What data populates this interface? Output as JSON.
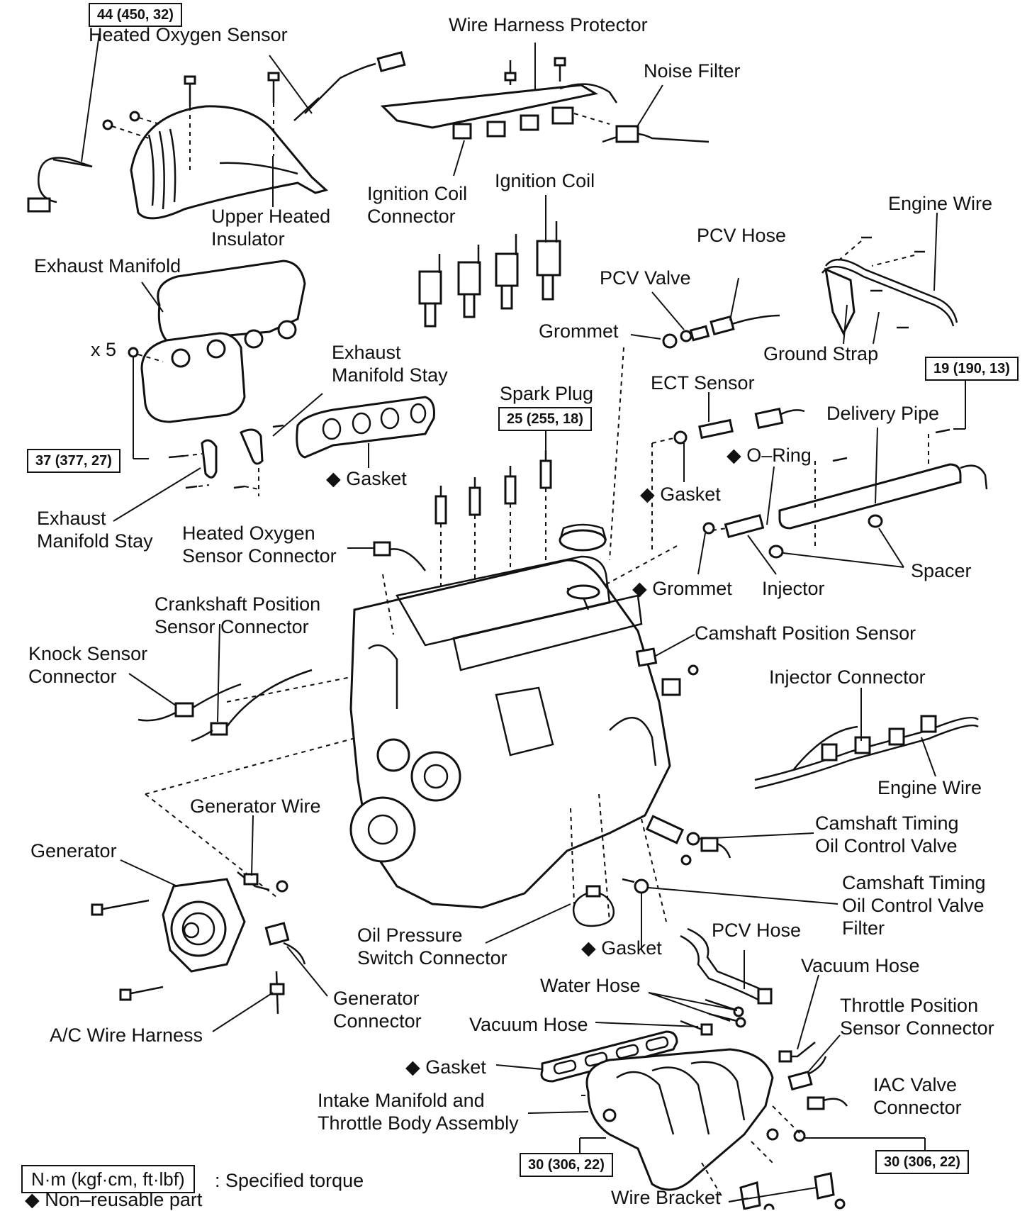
{
  "labels": {
    "heated_oxygen_sensor": "Heated Oxygen Sensor",
    "wire_harness_protector": "Wire Harness Protector",
    "noise_filter": "Noise Filter",
    "ignition_coil_connector_1": "Ignition Coil",
    "ignition_coil_connector_2": "Connector",
    "ignition_coil": "Ignition Coil",
    "upper_heated_insulator_1": "Upper Heated",
    "upper_heated_insulator_2": "Insulator",
    "engine_wire_top": "Engine Wire",
    "pcv_hose_top": "PCV Hose",
    "exhaust_manifold": "Exhaust Manifold",
    "pcv_valve": "PCV Valve",
    "grommet": "Grommet",
    "ground_strap": "Ground Strap",
    "x5": "x 5",
    "exhaust_manifold_stay_top_1": "Exhaust",
    "exhaust_manifold_stay_top_2": "Manifold Stay",
    "spark_plug": "Spark Plug",
    "ect_sensor": "ECT Sensor",
    "delivery_pipe": "Delivery Pipe",
    "o_ring": "◆ O–Ring",
    "gasket_exhaust": "◆ Gasket",
    "gasket_ect": "◆ Gasket",
    "exhaust_manifold_stay_bottom_1": "Exhaust",
    "exhaust_manifold_stay_bottom_2": "Manifold Stay",
    "heated_oxygen_sensor_connector_1": "Heated Oxygen",
    "heated_oxygen_sensor_connector_2": "Sensor Connector",
    "spacer": "Spacer",
    "grommet_injector": "◆ Grommet",
    "injector": "Injector",
    "crankshaft_position_sensor_connector_1": "Crankshaft Position",
    "crankshaft_position_sensor_connector_2": "Sensor Connector",
    "camshaft_position_sensor": "Camshaft Position Sensor",
    "knock_sensor_connector_1": "Knock Sensor",
    "knock_sensor_connector_2": "Connector",
    "injector_connector": "Injector Connector",
    "engine_wire_mid": "Engine Wire",
    "generator_wire": "Generator Wire",
    "camshaft_timing_ocv_1": "Camshaft Timing",
    "camshaft_timing_ocv_2": "Oil Control Valve",
    "generator": "Generator",
    "camshaft_timing_ocv_filter_1": "Camshaft Timing",
    "camshaft_timing_ocv_filter_2": "Oil Control  Valve",
    "camshaft_timing_ocv_filter_3": "Filter",
    "oil_pressure_switch_connector_1": "Oil Pressure",
    "oil_pressure_switch_connector_2": "Switch Connector",
    "pcv_hose_bottom": "PCV Hose",
    "gasket_ocv": "◆ Gasket",
    "vacuum_hose_right": "Vacuum Hose",
    "water_hose": "Water Hose",
    "generator_connector_1": "Generator",
    "generator_connector_2": "Connector",
    "throttle_position_sensor_connector_1": "Throttle Position",
    "throttle_position_sensor_connector_2": "Sensor Connector",
    "vacuum_hose_left": "Vacuum Hose",
    "ac_wire_harness": "A/C Wire Harness",
    "gasket_intake": "◆ Gasket",
    "iac_valve_connector_1": "IAC Valve",
    "iac_valve_connector_2": "Connector",
    "intake_manifold_1": "Intake Manifold and",
    "intake_manifold_2": "Throttle Body Assembly",
    "wire_bracket": "Wire Bracket"
  },
  "torque_specs": {
    "oxygen_sensor": "44 (450, 32)",
    "exhaust_manifold": "37 (377, 27)",
    "spark_plug": "25 (255, 18)",
    "delivery_pipe": "19 (190, 13)",
    "intake_left": "30 (306, 22)",
    "intake_right": "30 (306, 22)"
  },
  "legend": {
    "unit_box": "N·m (kgf·cm, ft·lbf)",
    "unit_desc": ": Specified torque",
    "non_reusable": "◆ Non–reusable part"
  }
}
